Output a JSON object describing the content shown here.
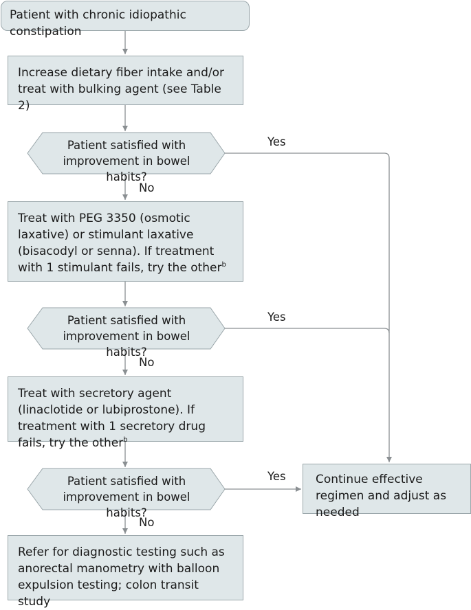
{
  "nodes": {
    "start": "Patient with chronic idiopathic constipation",
    "step1": "Increase dietary fiber intake and/or treat with bulking agent (see Table 2)",
    "decision1": "Patient satisfied with improvement in bowel habits?",
    "step2": "Treat with PEG 3350 (osmotic laxative) or stimulant laxative (bisacodyl or senna). If treatment with 1 stimulant fails, try the other",
    "decision2": "Patient satisfied with improvement in bowel habits?",
    "step3": "Treat with secretory agent (linaclotide or lubiprostone). If treatment with 1 secretory drug fails, try the other",
    "decision3": "Patient satisfied with improvement in bowel habits?",
    "step4": "Refer for diagnostic testing such as anorectal manometry with balloon expulsion testing; colon transit study",
    "continue": "Continue effective regimen and adjust as needed"
  },
  "footnote_marker": "b",
  "edges": {
    "yes": "Yes",
    "no": "No"
  },
  "colors": {
    "box_fill": "#dfe7e9",
    "box_border": "#9aa6aa",
    "line": "#8a8f92"
  }
}
